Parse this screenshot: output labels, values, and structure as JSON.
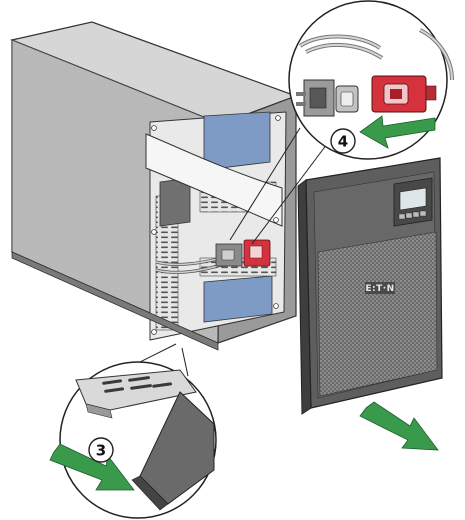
{
  "steps": {
    "step3": "3",
    "step4": "4"
  },
  "brand": {
    "logo": "E:T·N"
  },
  "colors": {
    "arrow_green": "#3a9a4c",
    "connector_red": "#d4323c",
    "cabinet_light": "#c9c9c9",
    "cabinet_dark": "#8f8f8f",
    "front_panel": "#5e5e5e",
    "mesh": "#8a8a8a",
    "blue_panel": "#7e9bc6"
  },
  "icons": [
    "pull-arrow-icon",
    "connector-plug-icon"
  ]
}
